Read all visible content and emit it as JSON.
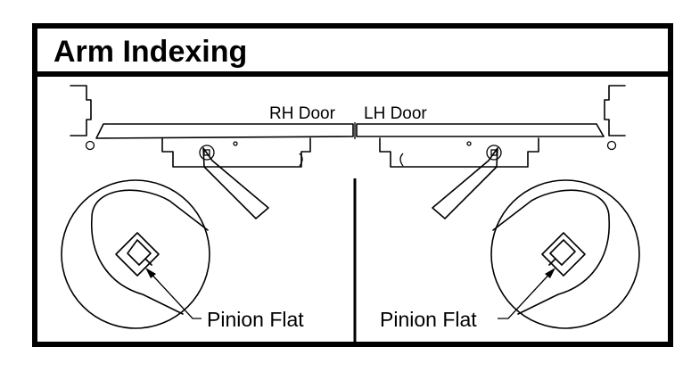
{
  "title": "Arm Indexing",
  "labels": {
    "rh_door": "RH Door",
    "lh_door": "LH Door",
    "pinion_left": "Pinion Flat",
    "pinion_right": "Pinion Flat"
  },
  "colors": {
    "line": "#000000",
    "background": "#ffffff"
  }
}
